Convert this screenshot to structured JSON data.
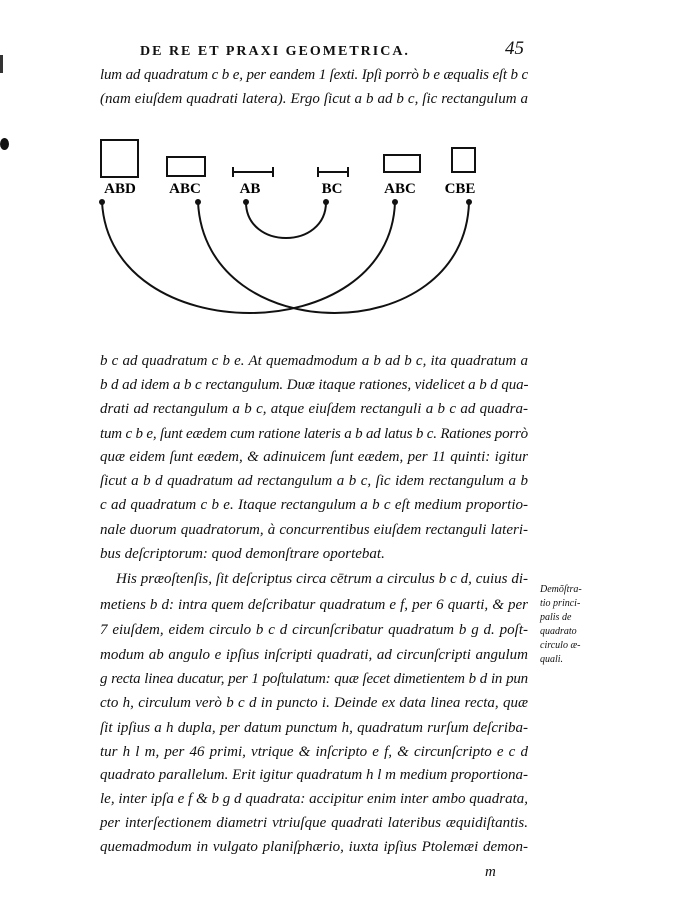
{
  "header": {
    "running_title": "DE RE ET PRAXI GEOMETRICA.",
    "page_number": "45"
  },
  "top_lines": [
    "lum ad quadratum c b e, per eandem 1 ſexti. Ipſi porrò b e æqualis eſt b c",
    "(nam eiuſdem quadrati latera). Ergo ſicut a b ad b c, ſic rectangulum a"
  ],
  "diagram": {
    "labels": [
      "ABD",
      "ABC",
      "AB",
      "BC",
      "ABC",
      "CBE"
    ]
  },
  "body_lines": [
    "b c ad quadratum c b e. At quemadmodum a b ad b c, ita quadratum a",
    "b d ad idem a b c rectangulum. Duæ itaque rationes, videlicet a b d qua-",
    "drati ad rectangulum a b c, atque eiuſdem rectanguli a b c ad quadra-",
    "tum c b e, ſunt eædem cum ratione lateris a b ad latus b c. Rationes porrò",
    "quæ eidem ſunt eædem, & adinuicem ſunt eædem, per 11 quinti: igitur",
    "ſicut a b d quadratum ad rectangulum a b c, ſic idem rectangulum a b",
    "c ad quadratum c b e. Itaque rectangulum a b c eſt medium proportio-",
    "nale duorum quadratorum, à concurrentibus eiuſdem rectanguli lateri-",
    "bus deſcriptorum: quod demonſtrare oportebat.",
    "His præoſtenſis, ſit deſcriptus circa cētrum a circulus b c d, cuius di-",
    "metiens b d: intra quem deſcribatur quadratum e f, per 6 quarti, & per",
    "7 eiuſdem, eidem circulo b c d circunſcribatur quadratum b g d. poſt-",
    "modum ab angulo e ipſius inſcripti quadrati, ad circunſcripti angulum",
    "g recta linea ducatur, per 1 poſtulatum: quæ ſecet dimetientem b d in pun",
    "cto h, circulum verò b c d in puncto i. Deinde ex data linea recta, quæ",
    "ſit ipſius a h dupla, per datum punctum h, quadratum rurſum deſcriba-",
    "tur h l m, per 46 primi, vtrique & inſcripto e f, & circunſcripto e c d",
    "quadrato parallelum. Erit igitur quadratum h l m medium proportiona-",
    "le, inter ipſa e f & b g d quadrata: accipitur enim inter ambo quadrata,",
    "per interſectionem diametri vtriuſque quadrati lateribus æquidiſtantis.",
    "quemadmodum in vulgato planiſphærio, iuxta ipſius Ptolemæi demon-"
  ],
  "catchword": "m",
  "marginal_note": [
    "Demõſtra-",
    "tio princi-",
    "palis de",
    "quadrato",
    "circulo æ-",
    "quali."
  ]
}
